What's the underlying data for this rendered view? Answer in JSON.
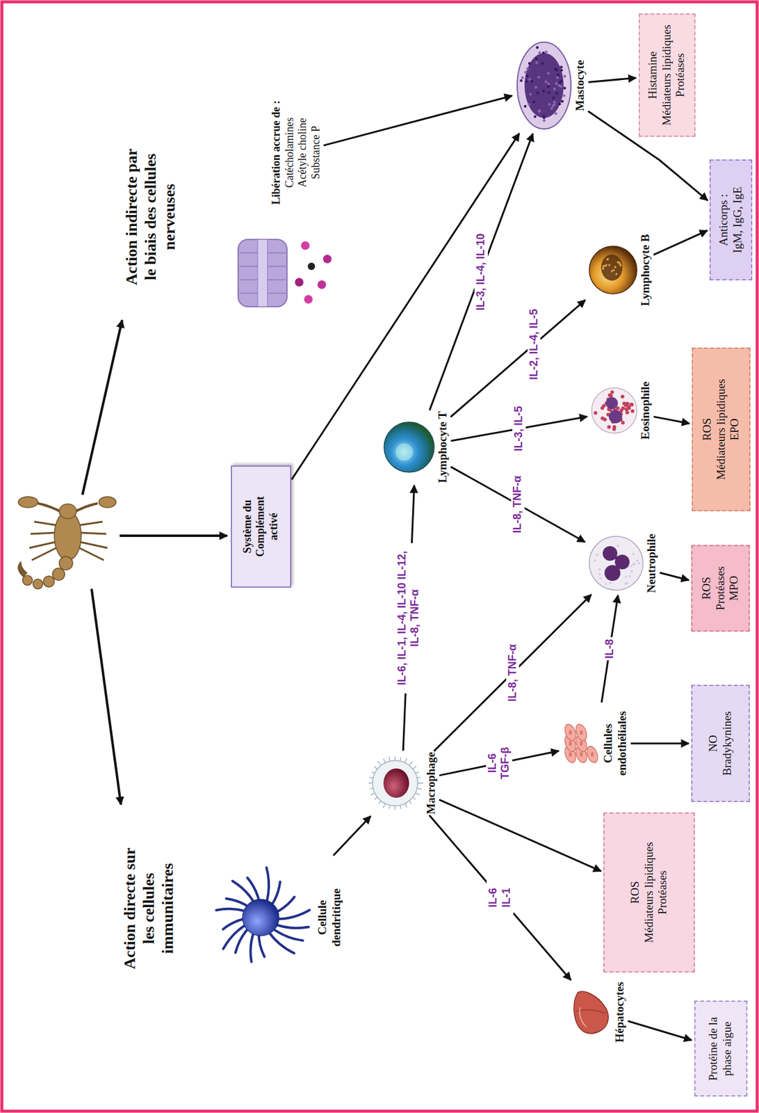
{
  "diagram": {
    "nodes": [
      {
        "text": [
          "Système du Complément activé"
        ]
      },
      {
        "text": [
          "Libération accrue de :",
          "Catécholamines",
          "Acétyle choline",
          "Substance P"
        ]
      },
      {
        "text": [
          "Cellule dendritique"
        ]
      },
      {
        "text": [
          "Macrophage"
        ]
      },
      {
        "text": [
          "Lymphocyte T"
        ]
      },
      {
        "text": [
          "Mastocyte"
        ]
      },
      {
        "text": [
          "Hépatocytes"
        ]
      },
      {
        "text": [
          "Cellules endothéliales"
        ]
      },
      {
        "text": [
          "Neutrophile"
        ]
      },
      {
        "text": [
          "Eosinophile"
        ]
      },
      {
        "text": [
          "Lymphocyte B"
        ]
      },
      {
        "text": [
          "Protéine de la phase aigue"
        ]
      },
      {
        "text": [
          "ROS",
          "Médiateurs lipidiques",
          "Protéases"
        ]
      },
      {
        "text": [
          "NO",
          "Bradykynines"
        ]
      },
      {
        "text": [
          "ROS",
          "Protéases",
          "MPO"
        ]
      },
      {
        "text": [
          "ROS",
          "Médiateurs lipidiques",
          "EPO"
        ]
      },
      {
        "text": [
          "Anticorps :",
          "IgM, IgG, IgE"
        ]
      },
      {
        "text": [
          "Histamine",
          "Médiateurs lipidiques",
          "Protéases"
        ]
      }
    ],
    "edges": [
      {
        "from": 1,
        "to": 5,
        "arrow": "to"
      },
      {
        "from": 0,
        "to": 5,
        "arrow": "to"
      },
      {
        "from": 2,
        "to": 3,
        "arrow": "to"
      },
      {
        "from": 3,
        "to": 4,
        "label": "IL-6, IL-1, IL-4, IL-10 IL-12, IL-8, TNF-α",
        "arrow": "to"
      },
      {
        "from": 3,
        "to": 8,
        "label": "IL-8, TNF-α",
        "arrow": "to"
      },
      {
        "from": 3,
        "to": 7,
        "label": "IL-6 TGF-β",
        "arrow": "to"
      },
      {
        "from": 3,
        "to": 12,
        "arrow": "to"
      },
      {
        "from": 3,
        "to": 6,
        "label": "IL-6 IL-1",
        "arrow": "to"
      },
      {
        "from": 4,
        "to": 8,
        "label": "IL-8, TNF-α",
        "arrow": "to"
      },
      {
        "from": 4,
        "to": 9,
        "label": "IL-3, IL-5",
        "arrow": "to"
      },
      {
        "from": 4,
        "to": 10,
        "label": "IL-2, IL-4, IL-5",
        "arrow": "to"
      },
      {
        "from": 4,
        "to": 5,
        "label": "IL-3, IL-4, IL-10",
        "arrow": "to"
      },
      {
        "from": 7,
        "to": 8,
        "label": "IL-8",
        "arrow": "to"
      },
      {
        "from": 7,
        "to": 13,
        "arrow": "to"
      },
      {
        "from": 8,
        "to": 14,
        "arrow": "to"
      },
      {
        "from": 9,
        "to": 15,
        "arrow": "to"
      },
      {
        "from": 10,
        "to": 16,
        "arrow": "to"
      },
      {
        "from": 5,
        "to": 17,
        "arrow": "to"
      },
      {
        "from": 5,
        "to": 16,
        "arrow": "to"
      },
      {
        "from": 6,
        "to": 11,
        "arrow": "to"
      }
    ],
    "labels": [
      "Action directe sur les cellules immunitaires",
      "Action indirecte par le biais des cellules nerveuses"
    ]
  }
}
